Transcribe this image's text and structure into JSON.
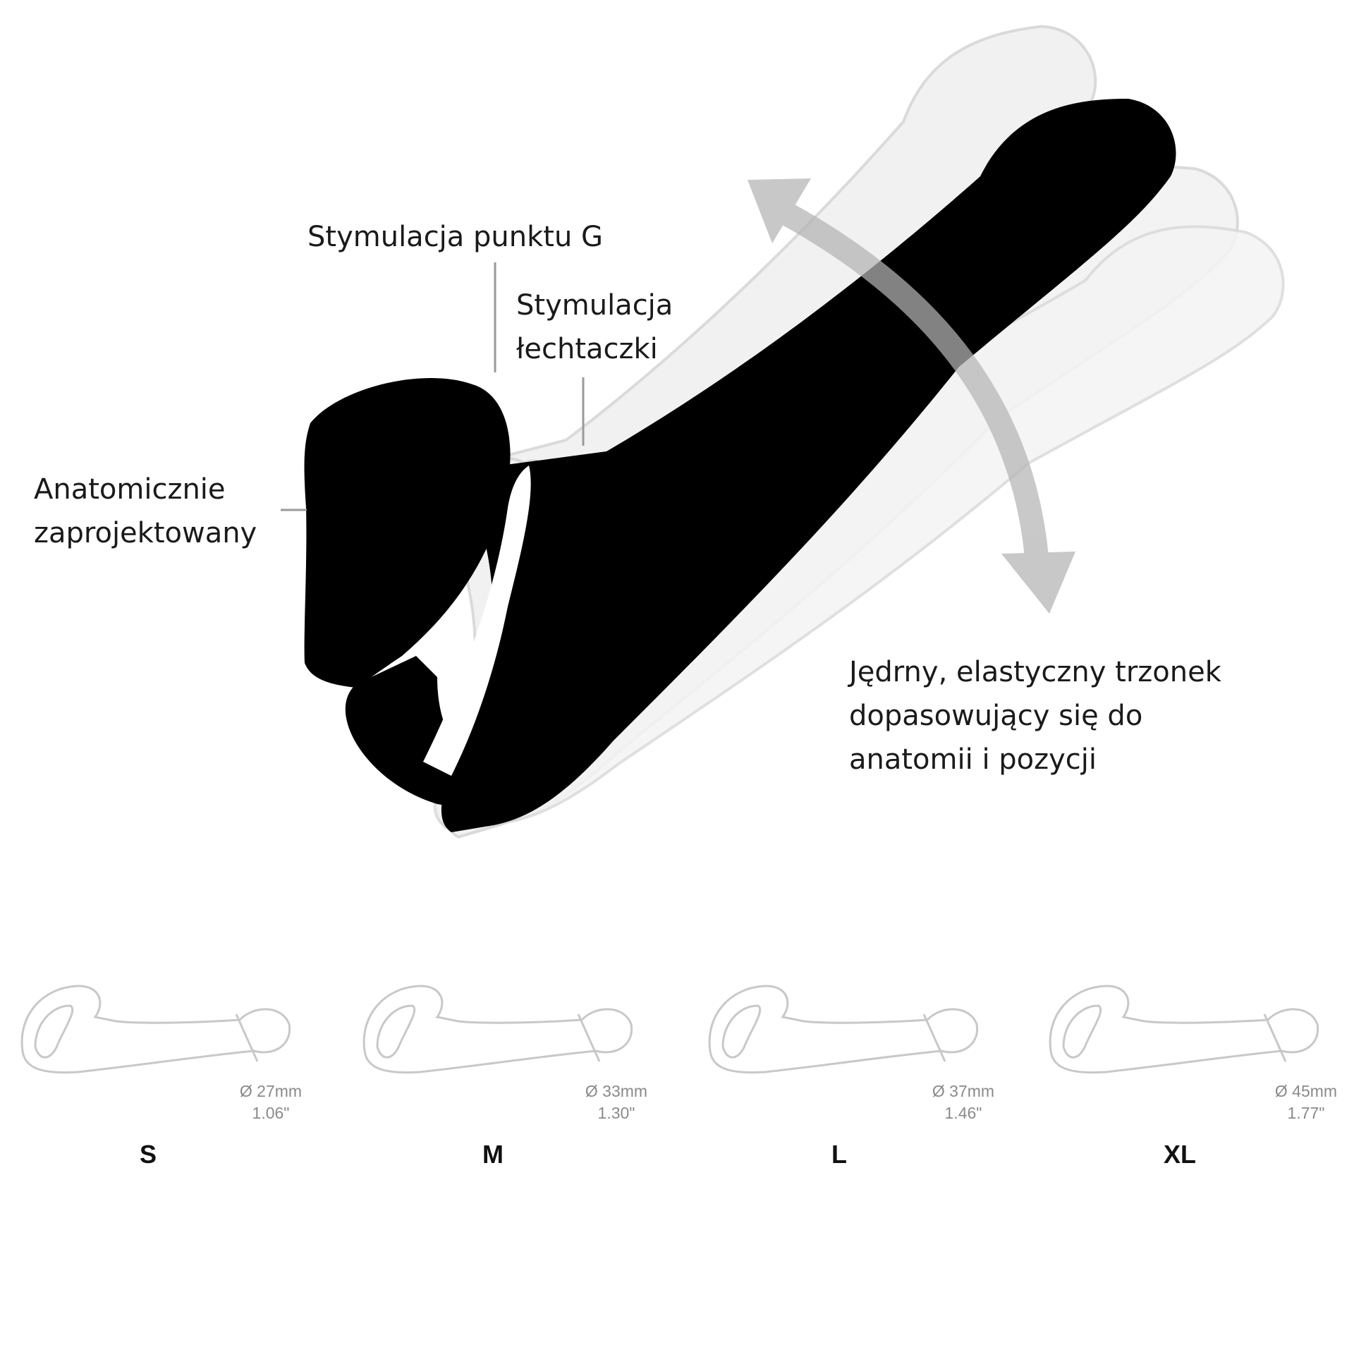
{
  "colors": {
    "product": "#000000",
    "ghost_fill": "#f0f0f0",
    "ghost_stroke": "#d6d6d6",
    "arrow": "#b4b4b4",
    "leader": "#9a9a9a",
    "outline": "#c8c8c8"
  },
  "labels": {
    "g_spot": "Stymulacja punktu G",
    "clitoris_line1": "Stymulacja",
    "clitoris_line2": "łechtaczki",
    "anatomic_line1": "Anatomicznie",
    "anatomic_line2": "zaprojektowany",
    "shaft_line1": "Jędrny, elastyczny trzonek",
    "shaft_line2": "dopasowujący się do",
    "shaft_line3": "anatomii i pozycji"
  },
  "sizes": [
    {
      "letter": "S",
      "diameter": "Ø 27mm",
      "inches": "1.06\""
    },
    {
      "letter": "M",
      "diameter": "Ø 33mm",
      "inches": "1.30\""
    },
    {
      "letter": "L",
      "diameter": "Ø 37mm",
      "inches": "1.46\""
    },
    {
      "letter": "XL",
      "diameter": "Ø 45mm",
      "inches": "1.77\""
    }
  ]
}
